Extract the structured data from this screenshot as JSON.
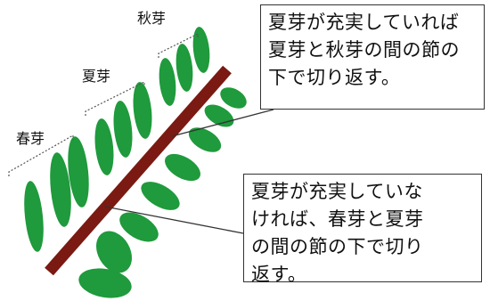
{
  "labels": {
    "spring_bud": "春芽",
    "summer_bud": "夏芽",
    "autumn_bud": "秋芽"
  },
  "callouts": {
    "top": "夏芽が充実していれば\n夏芽と秋芽の間の節の\n下で切り返す。",
    "bottom": "夏芽が充実していな\nければ、春芽と夏芽\nの間の節の下で切り\n返す。"
  },
  "colors": {
    "stem": "#7a1a12",
    "leaf": "#1f9a3c",
    "bracket": "#555555",
    "leader_line": "#333333"
  }
}
